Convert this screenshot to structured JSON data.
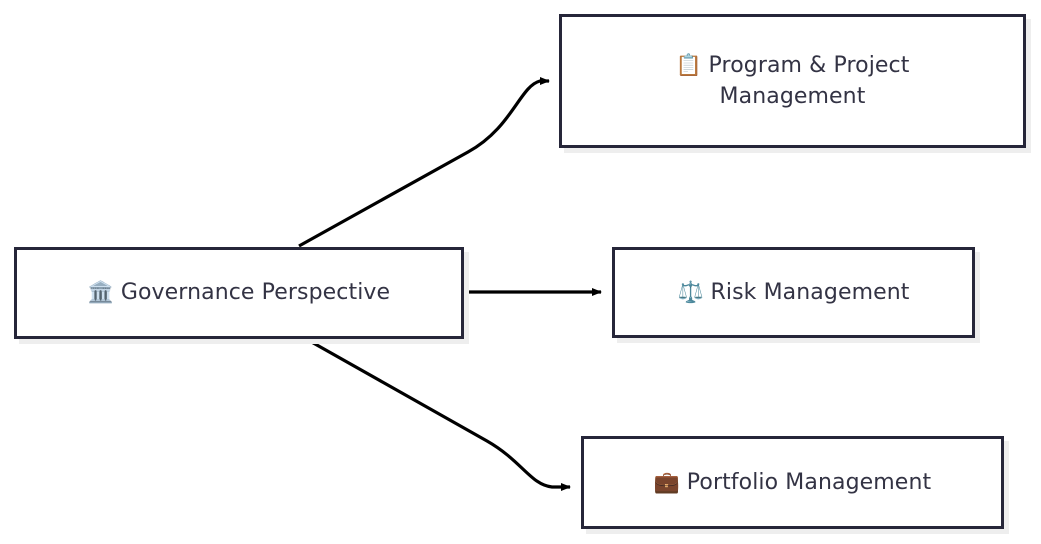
{
  "diagram": {
    "title": "Governance Perspective",
    "type": "flowchart",
    "direction": "left-to-right",
    "background_color": "#ffffff",
    "node_border_color": "#262639",
    "node_fill_color": "#ffffff",
    "node_shadow_color": "#eeeeee",
    "text_color": "#333344",
    "edge_color": "#000000"
  },
  "nodes": [
    {
      "id": "governance",
      "icon": "🏛️",
      "icon_name": "classical-building-icon",
      "label": "Governance Perspective",
      "role": "source"
    },
    {
      "id": "program",
      "icon": "📋",
      "icon_name": "clipboard-icon",
      "label": "Program & Project\nManagement",
      "role": "target"
    },
    {
      "id": "risk",
      "icon": "⚖️",
      "icon_name": "balance-scale-icon",
      "label": "Risk Management",
      "role": "target"
    },
    {
      "id": "portfolio",
      "icon": "💼",
      "icon_name": "briefcase-icon",
      "label": "Portfolio Management",
      "role": "target"
    }
  ],
  "edges": [
    {
      "from": "governance",
      "to": "program",
      "label": "",
      "style": "curved-arrow"
    },
    {
      "from": "governance",
      "to": "risk",
      "label": "",
      "style": "straight-arrow"
    },
    {
      "from": "governance",
      "to": "portfolio",
      "label": "",
      "style": "curved-arrow"
    }
  ]
}
